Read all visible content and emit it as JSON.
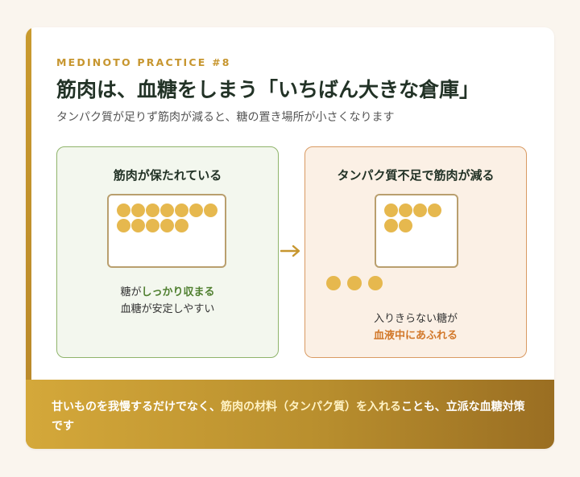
{
  "eyebrow": "MEDINOTO PRACTICE #8",
  "title": "筋肉は、血糖をしまう「いちばん大きな倉庫」",
  "subtitle": "タンパク質が足りず筋肉が減ると、糖の置き場所が小さくなります",
  "left_panel": {
    "heading": "筋肉が保たれている",
    "dot_count": 12,
    "caption_line1_prefix": "糖が",
    "caption_line1_highlight": "しっかり収まる",
    "caption_line2": "血糖が安定しやすい"
  },
  "right_panel": {
    "heading": "タンパク質不足で筋肉が減る",
    "dot_count": 6,
    "overflow_count": 3,
    "caption_line1": "入りきらない糖が",
    "caption_line2_highlight": "血液中にあふれる"
  },
  "footer": {
    "part1": "甘いものを我慢するだけでなく、",
    "highlight": "筋肉の材料（タンパク質）を入れる",
    "part2": "ことも、立派な血糖対策です"
  },
  "colors": {
    "accent": "#c7962f",
    "dot": "#e6b84e",
    "green": "#4f7f2f",
    "orange": "#d2782a"
  }
}
